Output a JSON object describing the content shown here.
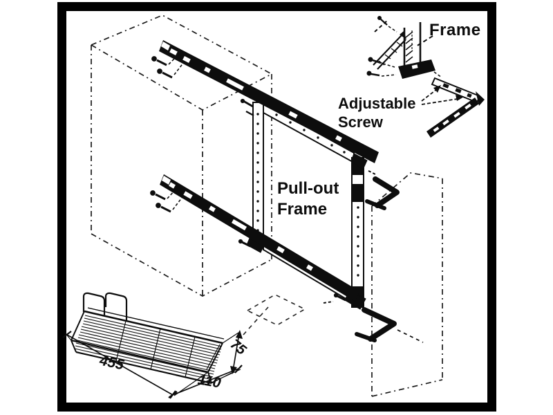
{
  "canvas": {
    "background": "#ffffff",
    "ink": "#0d0d0d",
    "border_color": "#000000"
  },
  "callouts": {
    "frame": "Frame",
    "adjustable_screw": {
      "line1": "Adjustable",
      "line2": "Screw"
    },
    "pullout_frame": {
      "line1": "Pull-out",
      "line2": "Frame"
    }
  },
  "dimensions": {
    "length": "455",
    "width": "110",
    "height": "75"
  }
}
